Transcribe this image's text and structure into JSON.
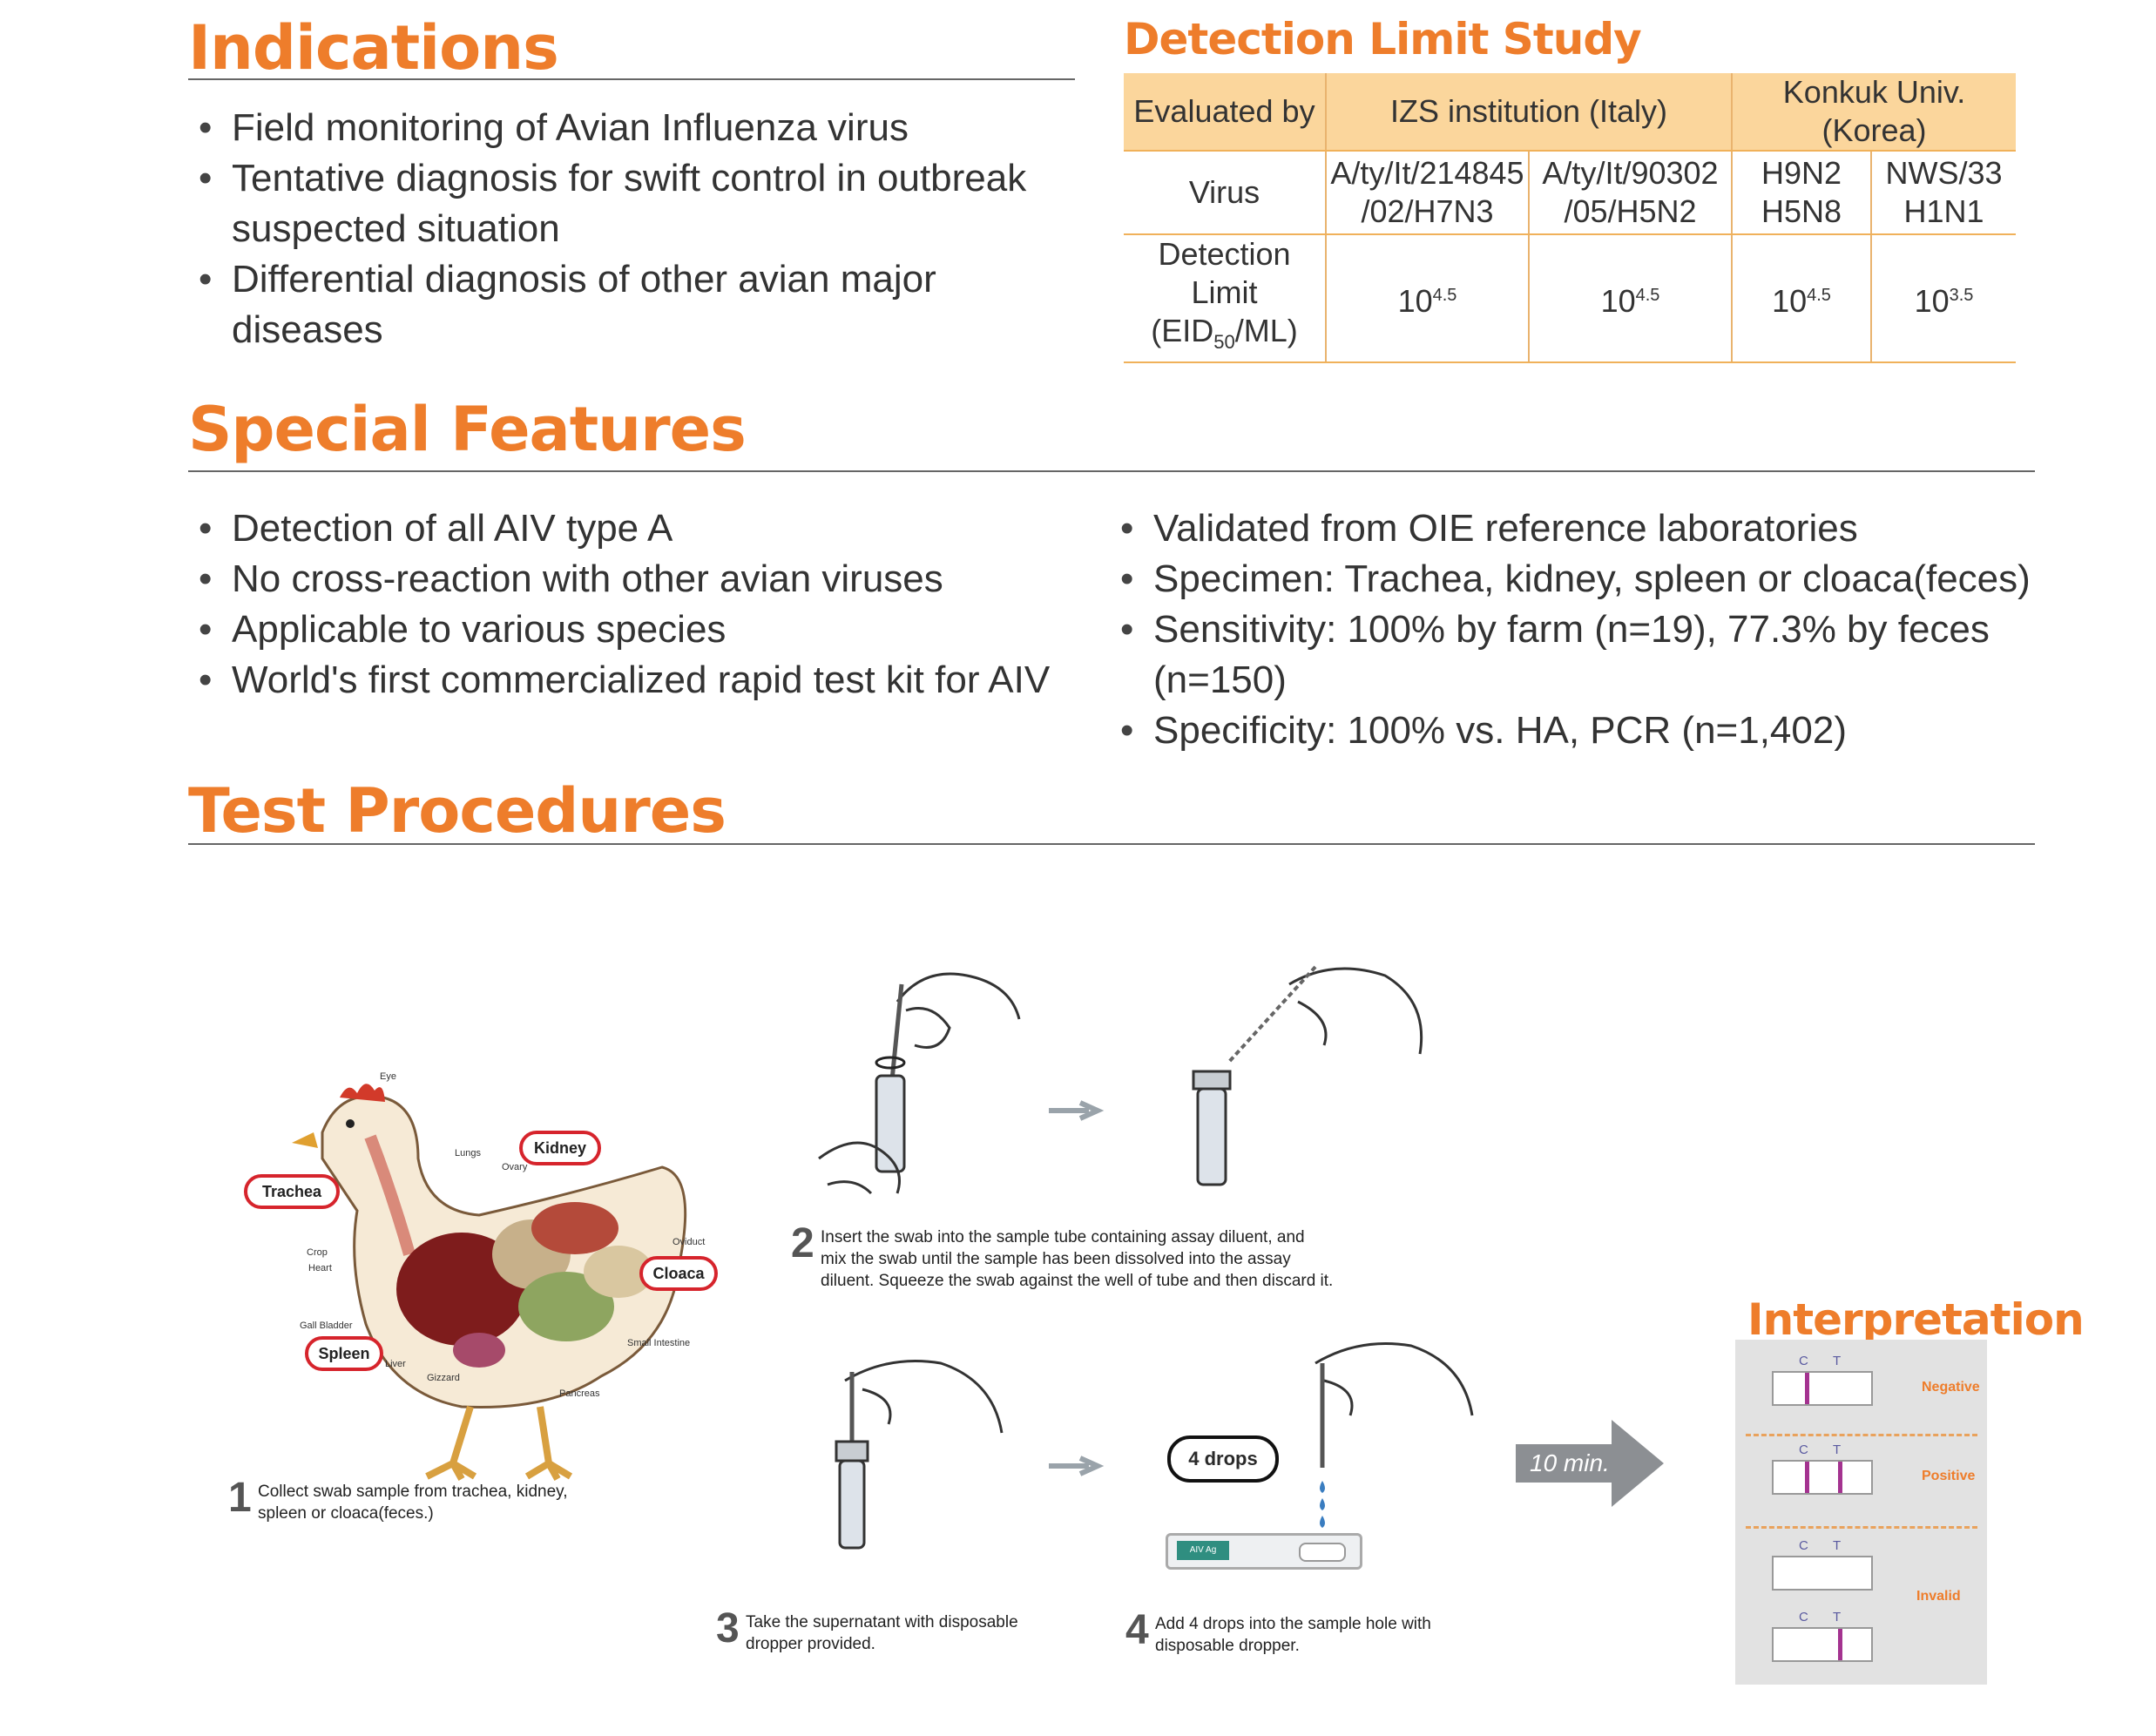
{
  "indications": {
    "title": "Indications",
    "items": [
      "Field monitoring of Avian Influenza virus",
      "Tentative diagnosis for swift control in outbreak suspected situation",
      "Differential diagnosis of other avian major diseases"
    ]
  },
  "detection": {
    "title": "Detection Limit Study",
    "evaluated_by": "Evaluated by",
    "izs": "IZS institution (Italy)",
    "konkuk": "Konkuk Univ. (Korea)",
    "virus_label": "Virus",
    "v1a": "A/ty/It/214845",
    "v1b": "/02/H7N3",
    "v2a": "A/ty/It/90302",
    "v2b": "/05/H5N2",
    "v3a": "H9N2",
    "v3b": "H5N8",
    "v4a": "NWS/33",
    "v4b": "H1N1",
    "limit_label_1": "Detection Limit",
    "limit_label_2a": "(EID",
    "limit_label_sub": "50",
    "limit_label_2b": "/ML)",
    "limits": [
      {
        "base": "10",
        "exp": "4.5"
      },
      {
        "base": "10",
        "exp": "4.5"
      },
      {
        "base": "10",
        "exp": "4.5"
      },
      {
        "base": "10",
        "exp": "3.5"
      }
    ]
  },
  "features": {
    "title": "Special Features",
    "left": [
      "Detection of all AIV type A",
      "No cross-reaction with other avian viruses",
      "Applicable to various species",
      "World's first commercialized rapid test kit for AIV"
    ],
    "right": [
      "Validated from OIE reference laboratories",
      "Specimen: Trachea, kidney, spleen or cloaca(feces)",
      "Sensitivity: 100% by farm (n=19), 77.3% by feces (n=150)",
      "Specificity: 100% vs. HA, PCR (n=1,402)"
    ]
  },
  "procedures": {
    "title": "Test Procedures",
    "organs": {
      "eye": "Eye",
      "lungs": "Lungs",
      "ovary": "Ovary",
      "kidney": "Kidney",
      "trachea": "Trachea",
      "oviduct": "Oviduct",
      "cloaca": "Cloaca",
      "crop": "Crop",
      "heart": "Heart",
      "gall": "Gall Bladder",
      "spleen": "Spleen",
      "liver": "Liver",
      "gizzard": "Gizzard",
      "small_int": "Small Intestine",
      "pancreas": "Pancreas"
    },
    "step1": {
      "num": "1",
      "text": "Collect swab sample from trachea, kidney, spleen or cloaca(feces.)"
    },
    "step2": {
      "num": "2",
      "text": "Insert the swab into the sample tube containing assay diluent, and mix the swab until the sample has been dissolved into the assay diluent. Squeeze the swab against the well of tube and then discard it."
    },
    "step3": {
      "num": "3",
      "text": "Take the supernatant with disposable dropper provided."
    },
    "step4": {
      "num": "4",
      "text": "Add 4 drops into the sample hole with disposable dropper."
    },
    "drops_label": "4 drops",
    "cassette_label": "AIV Ag",
    "time_label": "10 min."
  },
  "interpretation": {
    "title": "Interpretation",
    "c": "C",
    "t": "T",
    "negative": "Negative",
    "positive": "Positive",
    "invalid": "Invalid"
  },
  "colors": {
    "accent": "#ee7d2b",
    "table_header": "#fbd69c",
    "result_line": "#a43390",
    "label_red": "#d6242c"
  }
}
